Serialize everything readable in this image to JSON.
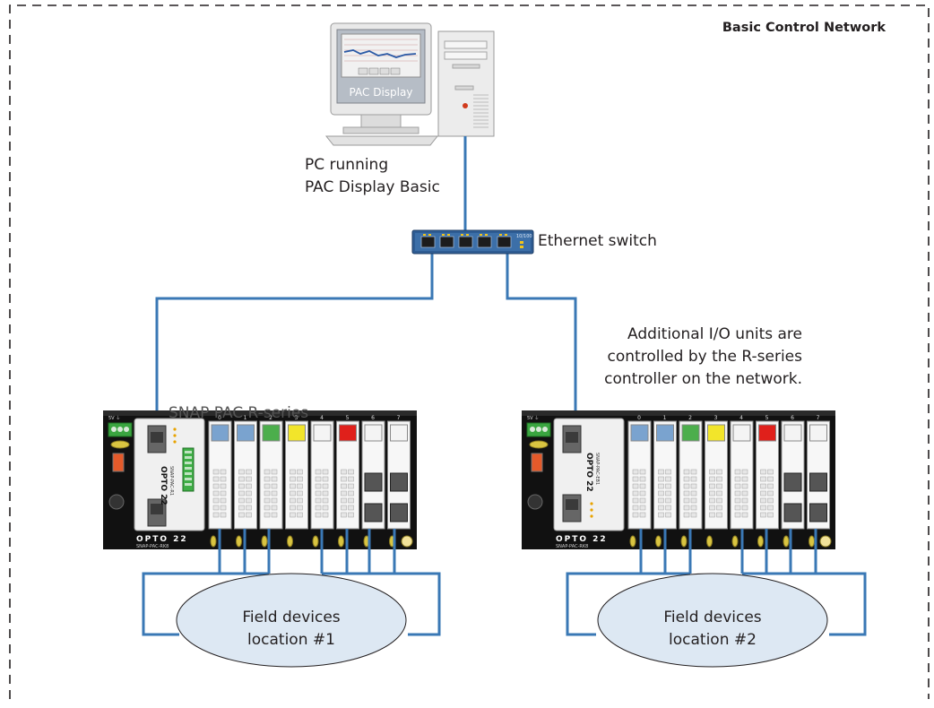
{
  "title": "Basic Control Network",
  "pc": {
    "label_line1": "PC running",
    "label_line2": "PAC Display Basic",
    "screen_text": "PAC Display"
  },
  "switch": {
    "label": "Ethernet switch",
    "badge": "10/100"
  },
  "note": {
    "line1": "Additional I/O units are",
    "line2": "controlled by the R-series",
    "line3": "controller on the network."
  },
  "rack1": {
    "brand": "OPTO 22",
    "model": "SNAP-PAC-RK8",
    "controller_model": "SNAP-PAC-R1",
    "overlay_text": "SNAP PAC R-series",
    "slot_numbers": [
      "0",
      "1",
      "2",
      "3",
      "4",
      "5",
      "6",
      "7"
    ]
  },
  "rack2": {
    "brand": "OPTO 22",
    "model": "SNAP-PAC-RK8",
    "controller_model": "SNAP-PAC-EB1",
    "slot_numbers": [
      "0",
      "1",
      "2",
      "3",
      "4",
      "5",
      "6",
      "7"
    ]
  },
  "field1": {
    "line1": "Field devices",
    "line2": "location #1"
  },
  "field2": {
    "line1": "Field devices",
    "line2": "location #2"
  },
  "colors": {
    "cable": "#3a78b5",
    "module_blue": "#7aa3cf",
    "module_green": "#4cae4c",
    "module_yellow": "#f2e52a",
    "module_red": "#e0201b",
    "ellipse_fill": "#dde8f3"
  },
  "module_colors": [
    "blue",
    "blue",
    "green",
    "yellow",
    "white",
    "red",
    "white",
    "white"
  ]
}
